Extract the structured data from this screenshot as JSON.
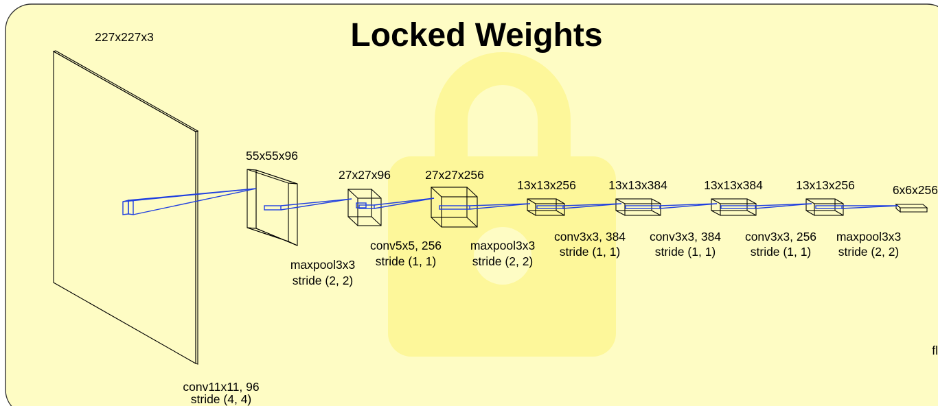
{
  "title": "Locked Weights",
  "colors": {
    "background": "#fefcc4",
    "lock": "#fdf79a",
    "connector": "#1f3fe0",
    "outline": "#000000"
  },
  "icons": {
    "background": "lock-icon"
  },
  "layers": [
    {
      "id": "input",
      "size": "227x227x3",
      "op": [
        "conv11x11, 96",
        "stride (4, 4)"
      ]
    },
    {
      "id": "l1",
      "size": "55x55x96",
      "op": [
        "maxpool3x3",
        "stride (2, 2)"
      ]
    },
    {
      "id": "l2",
      "size": "27x27x96",
      "op": [
        "conv5x5, 256",
        "stride (1, 1)"
      ]
    },
    {
      "id": "l3",
      "size": "27x27x256",
      "op": [
        "maxpool3x3",
        "stride (2, 2)"
      ]
    },
    {
      "id": "l4",
      "size": "13x13x256",
      "op": [
        "conv3x3, 384",
        "stride (1, 1)"
      ]
    },
    {
      "id": "l5",
      "size": "13x13x384",
      "op": [
        "conv3x3, 384",
        "stride (1, 1)"
      ]
    },
    {
      "id": "l6",
      "size": "13x13x384",
      "op": [
        "conv3x3, 256",
        "stride (1, 1)"
      ]
    },
    {
      "id": "l7",
      "size": "13x13x256",
      "op": [
        "maxpool3x3",
        "stride (2, 2)"
      ]
    },
    {
      "id": "l8",
      "size": "6x6x256",
      "op": []
    }
  ],
  "edge_text": "fl"
}
